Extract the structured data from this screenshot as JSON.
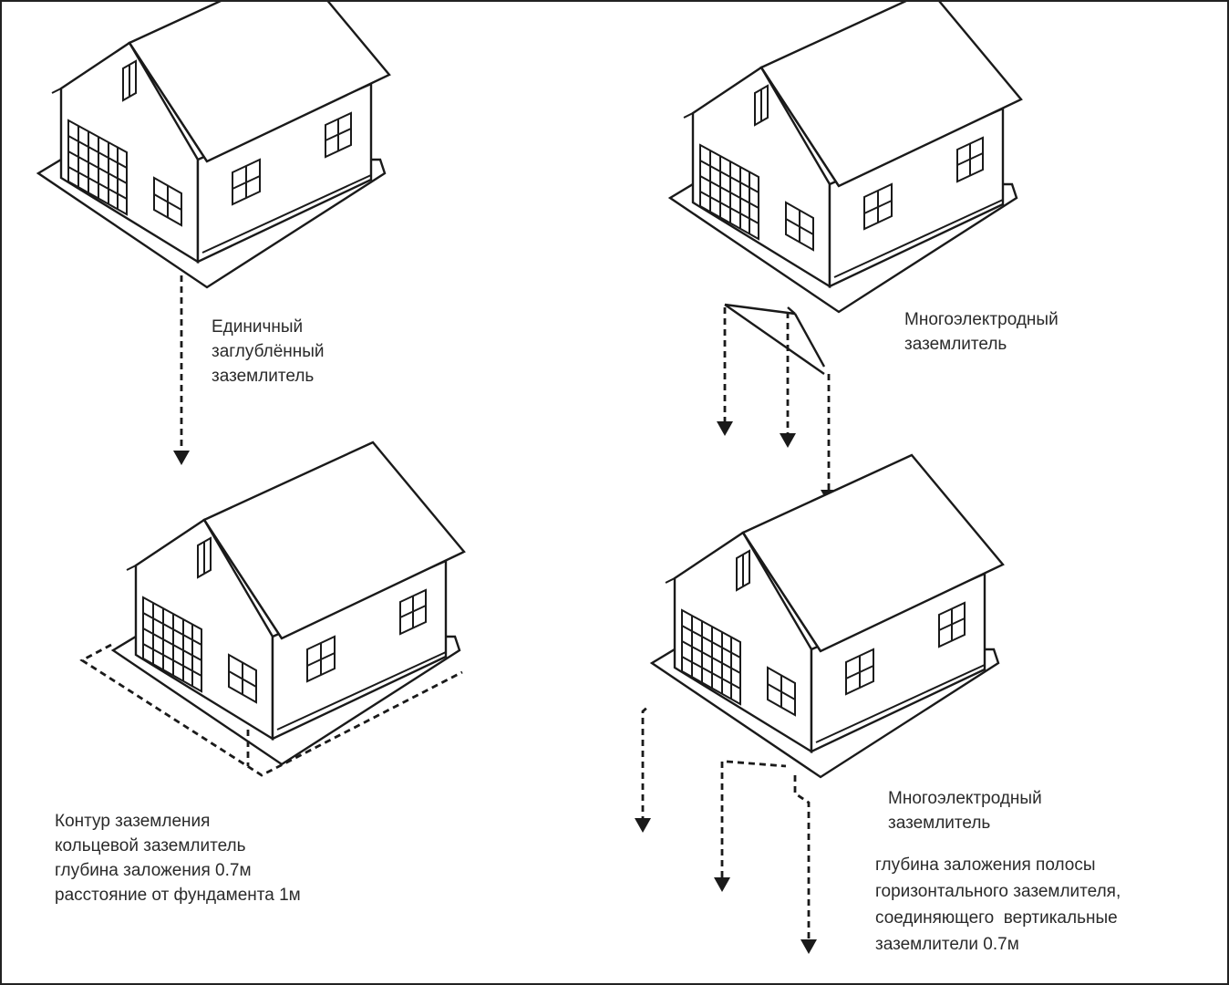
{
  "captions": {
    "single": [
      "Единичный",
      "заглублённый",
      "заземлитель"
    ],
    "multi_top": [
      "Многоэлектродный",
      "заземлитель"
    ],
    "contour": [
      "Контур заземления",
      "кольцевой заземлитель",
      "глубина заложения 0.7м",
      "расстояние от фундамента 1м"
    ],
    "multi_bottom_title": [
      "Многоэлектродный",
      "заземлитель"
    ],
    "multi_bottom_desc": [
      "глубина заложения полосы",
      "горизонтального заземлителя,",
      "соединяющего  вертикальные",
      "заземлители 0.7м"
    ]
  },
  "colors": {
    "line": "#1a1a1a",
    "text": "#2a2a2a",
    "background": "#ffffff"
  }
}
